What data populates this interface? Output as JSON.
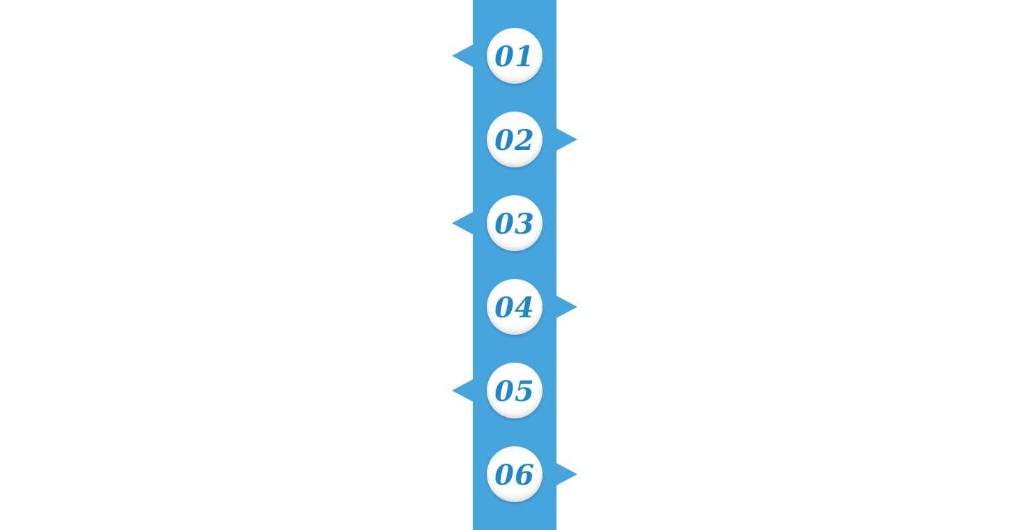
{
  "colors": {
    "band": "#47A5DD",
    "pointer": "#47A5DD",
    "number": "#1F87C9"
  },
  "steps": [
    {
      "number": "01",
      "pointer_side": "left"
    },
    {
      "number": "02",
      "pointer_side": "right"
    },
    {
      "number": "03",
      "pointer_side": "left"
    },
    {
      "number": "04",
      "pointer_side": "right"
    },
    {
      "number": "05",
      "pointer_side": "left"
    },
    {
      "number": "06",
      "pointer_side": "right"
    }
  ]
}
